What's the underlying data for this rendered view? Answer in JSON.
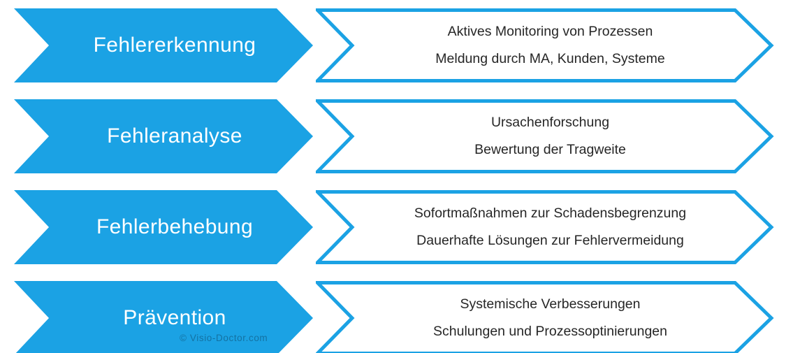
{
  "colors": {
    "accent": "#1BA2E4",
    "detail_text": "#262626",
    "stage_text": "#FFFFFF"
  },
  "watermark": "© Visio-Doctor.com",
  "rows": [
    {
      "stage": "Fehlererkennung",
      "details": [
        "Aktives Monitoring von Prozessen",
        "Meldung durch MA, Kunden, Systeme"
      ]
    },
    {
      "stage": "Fehleranalyse",
      "details": [
        "Ursachenforschung",
        "Bewertung der Tragweite"
      ]
    },
    {
      "stage": "Fehlerbehebung",
      "details": [
        "Sofortmaßnahmen zur Schadensbegrenzung",
        "Dauerhafte Lösungen zur Fehlervermeidung"
      ]
    },
    {
      "stage": "Prävention",
      "details": [
        "Systemische Verbesserungen",
        "Schulungen und Prozessoptinierungen"
      ]
    }
  ]
}
